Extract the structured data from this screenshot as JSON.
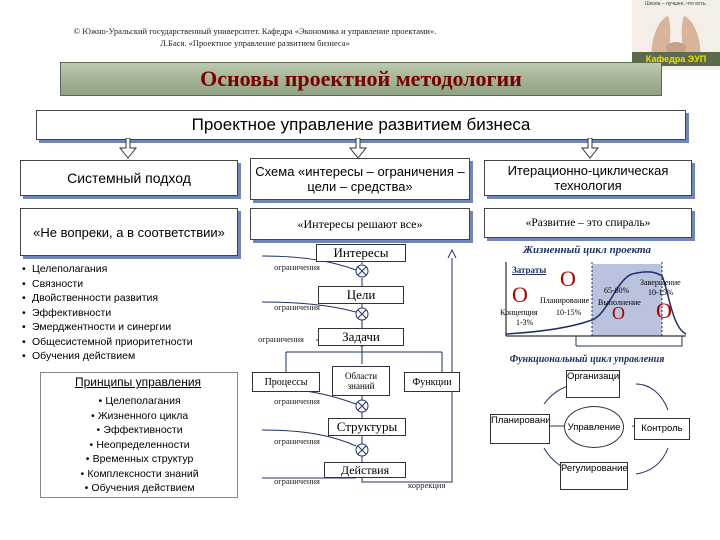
{
  "header": {
    "line1": "© Южно-Уральский государственный университет. Кафедра «Экономика и управление проектами».",
    "line2": "Л.Бася. «Проектное управление развитием бизнеса»",
    "corner_top": "Школа – лучшее, что есть.",
    "corner_bottom": "Кафедра ЭУП"
  },
  "title": "Основы проектной методологии",
  "banner": "Проектное управление развитием бизнеса",
  "col1": {
    "heading": "Системный подход",
    "motto": "«Не вопреки, а в соответствии»",
    "items": [
      "Целеполагания",
      "Связности",
      "Двойственности развития",
      "Эффективности",
      "Эмерджентности и синергии",
      "Общесистемной приоритетности",
      "Обучения действием"
    ],
    "principles_heading": "Принципы управления",
    "principles": [
      "Целеполагания",
      "Жизненного цикла",
      "Эффективности",
      "Неопределенности",
      "Временных структур",
      "Комплексности знаний",
      "Обучения действием"
    ]
  },
  "col2": {
    "heading": "Схема «интересы – ограничения – цели – средства»",
    "motto": "«Интересы решают все»",
    "interests": "Интересы",
    "goals": "Цели",
    "tasks": "Задачи",
    "processes": "Процессы",
    "knowledge": "Области знаний",
    "functions": "Функции",
    "structures": "Структуры",
    "actions": "Действия",
    "constraint": "ограничения",
    "correction": "коррекция"
  },
  "col3": {
    "heading": "Итерационно-циклическая технология",
    "motto": "«Развитие – это спираль»",
    "lifecycle_title": "Жизненный цикл проекта",
    "costs": "Затраты",
    "concept": "Концепция",
    "concept_pct": "1-3%",
    "planning": "Планирование",
    "planning_pct": "10-15%",
    "execution": "Выполнение",
    "execution_pct": "65-80%",
    "completion": "Завершение",
    "completion_pct": "10-15%",
    "function_cycle_title": "Функциональный цикл управления",
    "organization": "Организация",
    "planning_box": "Планирование",
    "management": "Управление",
    "control": "Контроль",
    "regulation": "Регулирование"
  }
}
